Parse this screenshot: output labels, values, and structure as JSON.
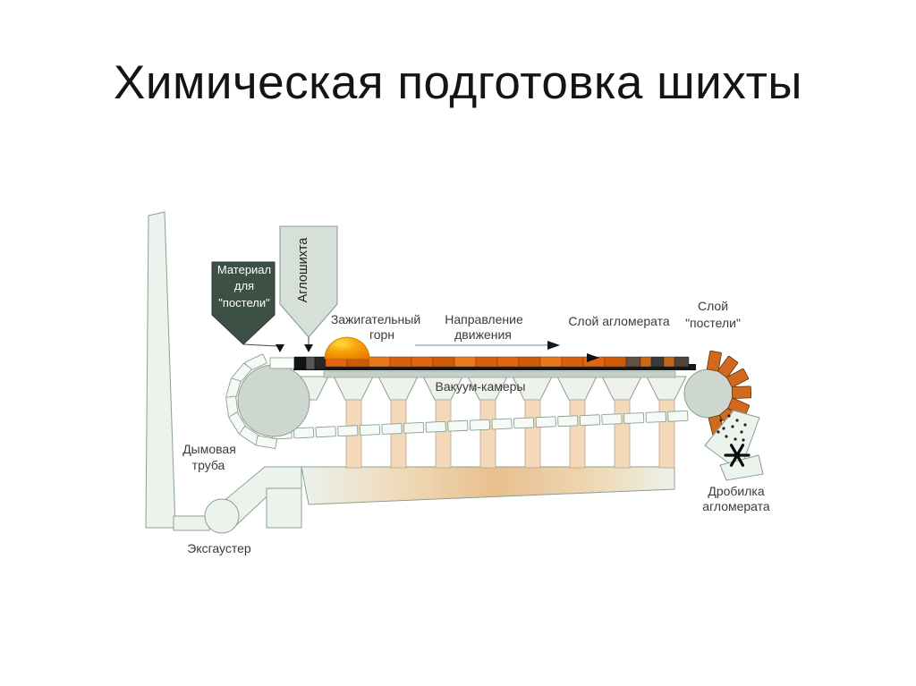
{
  "slide": {
    "title": "Химическая подготовка шихты"
  },
  "diagram": {
    "labels": {
      "hopper_dark": {
        "line1": "Материал",
        "line2": "для",
        "line3": "\"постели\""
      },
      "hopper_light": "Аглошихта",
      "ignition": {
        "line1": "Зажигательный",
        "line2": "горн"
      },
      "direction": {
        "line1": "Направление",
        "line2": "движения"
      },
      "sinter_layer": "Слой агломерата",
      "bed_layer": {
        "line1": "Слой",
        "line2": "\"постели\""
      },
      "vacuum_chambers": "Вакуум-камеры",
      "chimney": {
        "line1": "Дымовая",
        "line2": "труба"
      },
      "exhauster": "Эксгаустер",
      "crusher": {
        "line1": "Дробилка",
        "line2": "агломерата"
      }
    },
    "palette": {
      "title": "#141414",
      "text": "#3a3a3a",
      "outline": "#8aa094",
      "light_fill": "#ecf2ec",
      "drum_fill": "#cdd7d0",
      "funnel_fill": "#edf2ed",
      "column_fill": "#f3d9ba",
      "collector_peach": "#e8bf8e",
      "hopper_dark": "#3c5046",
      "hopper_light": "#d6dfd8",
      "band_gray": "#c5d0c8",
      "strip_black": "#161616",
      "sinter_orange": "#df650f",
      "tile_orange": "#d2691e",
      "dome_yellow": "#ffdf3c",
      "dome_orange": "#f6a50a",
      "dome_deep": "#ec7c00",
      "arrow_line": "#9fb4c4",
      "pallet_fill": "#f6faf6"
    }
  }
}
